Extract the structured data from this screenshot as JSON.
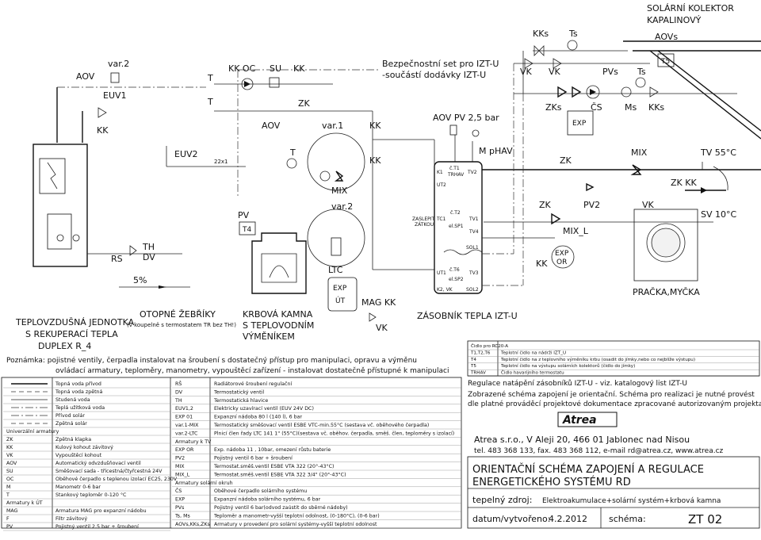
{
  "labels": {
    "solar_title": [
      "SOLÁRNÍ KOLEKTOR",
      "KAPALINOVÝ"
    ],
    "aovs": "AOVs",
    "t5": "T5",
    "kks_top": "KKs",
    "ts_top": "Ts",
    "vk_a": "VK",
    "vk_b": "VK",
    "pvs": "PVs",
    "ts_b": "Ts",
    "zks": "ZKs",
    "cs": "ČS",
    "ms": "Ms",
    "kks_b": "KKs",
    "exp_solar": "EXP",
    "safety_set": [
      "Bezpečnostní set pro IZT-U",
      "-součástí dodávky IZT-U"
    ],
    "aov_pv": "AOV   PV 2,5 bar",
    "m_phav": "M pHAV",
    "zk_r": "ZK",
    "mix_r": "MIX",
    "tv": "TV 55°C",
    "zk_kk": "ZK KK",
    "zk_r2": "ZK",
    "pv2": "PV2",
    "vk_r": "VK",
    "sv": "SV 10°C",
    "mix_l": "MIX_L",
    "kk_r": "KK",
    "exp_or": [
      "EXP",
      "OR"
    ],
    "pracka": "PRAČKA,MYČKA",
    "aov_l": "AOV",
    "var2_l": "var.2",
    "euv1": "EUV1",
    "kk_l": "KK",
    "t_a": "T",
    "kk_oc": "KK  OC",
    "su": "SU",
    "kk_c": "KK",
    "t_b": "T",
    "zk_c": "ZK",
    "aov_c": "AOV",
    "var1": "var.1",
    "kk_d": "KK",
    "euv2": "EUV2",
    "x22": "22x1",
    "t_c": "T",
    "kk_e": "KK",
    "mix_c": "MIX",
    "var2_c": "var.2",
    "pv_l": "PV",
    "t4": "T4",
    "ltc": "LTC",
    "rs": "RS",
    "th": "TH",
    "dv": "DV",
    "percent": "5%",
    "exp_ut": [
      "EXP",
      "ÚT"
    ],
    "mag_kk": "MAG KK",
    "vk_c": "VK",
    "tank_labels": {
      "k1": "K1",
      "t1": "č.T1",
      "trhav": "TRHAV",
      "tv2": "TV2",
      "ut2": "UT2",
      "zaslepit": [
        "ZASLEPIT",
        "ZÁTKOU"
      ],
      "tc1": "TC1",
      "t2": "č.T2",
      "tv1": "TV1",
      "sp1": "el.SP1",
      "tv4": "TV4",
      "sol1": "SOL1",
      "t6": "č.T6",
      "ut1": "UT1",
      "tv3": "TV3",
      "sp2": "el.SP2",
      "k2vk": "K2, VK",
      "sol2": "SOL2"
    }
  },
  "captions": {
    "teplovzdusna": [
      "TEPLOVZDUŠNÁ JEDNOTKA",
      "S REKUPERACÍ TEPLA",
      "DUPLEX R_4"
    ],
    "otopne": "OTOPNÉ ŽEBŘÍKY",
    "otopne_sub": "(v koupelně s termostatem TR bez TH!)",
    "krbova": [
      "KRBOVÁ KAMNA",
      "S TEPLOVODNÍM",
      "VÝMĚNÍKEM"
    ],
    "zasobnik": "ZÁSOBNÍK TEPLA IZT-U"
  },
  "note": [
    "Poznámka: pojistné ventily, čerpadla instalovat na šroubení s dostatečný přístup pro manipulaci, opravu a výměnu",
    "ovládací armatury, teploměry, manometry, vypouštěcí zařízení - instalovat dostatečně přístupné k manipulaci"
  ],
  "legend_left": [
    {
      "code": "",
      "text": "Topná voda přívod"
    },
    {
      "code": "",
      "text": "Topná voda zpětná"
    },
    {
      "code": "",
      "text": "Studená voda"
    },
    {
      "code": "",
      "text": "Teplá užitková voda"
    },
    {
      "code": "",
      "text": "Přívod solár"
    },
    {
      "code": "",
      "text": "Zpětná solár"
    },
    {
      "code": "Univerzální armatury",
      "text": ""
    },
    {
      "code": "ZK",
      "text": "Zpětná klapka"
    },
    {
      "code": "KK",
      "text": "Kulový kohout závitový"
    },
    {
      "code": "VK",
      "text": "Vypouštěcí kohout"
    },
    {
      "code": "AOV",
      "text": "Automatický odvzdušňovací ventil"
    },
    {
      "code": "SU",
      "text": "Směšovací sada - třícestná/čtyřcestná 24V"
    },
    {
      "code": "OC",
      "text": "Oběhové čerpadlo s teplenou izolací EC25, 230V"
    },
    {
      "code": "M",
      "text": "Manometr 0-6 bar"
    },
    {
      "code": "T",
      "text": "Stankový teploměr 0-120 °C"
    },
    {
      "code": "Armatury k ÚT",
      "text": ""
    },
    {
      "code": "MAG",
      "text": "Armatura MAG pro expanzní nádobu"
    },
    {
      "code": "F",
      "text": "Filtr závitový"
    },
    {
      "code": "PV",
      "text": "Pojistný ventil 2.5 bar + šroubení"
    }
  ],
  "legend_right": [
    {
      "code": "RŠ",
      "text": "Radiátorové šroubení regulační"
    },
    {
      "code": "DV",
      "text": "Termostatický ventil"
    },
    {
      "code": "TH",
      "text": "Termostatická hlavice"
    },
    {
      "code": "EUV1,2",
      "text": "Elektricky uzavírací ventil (EUV 24V DC)"
    },
    {
      "code": "EXP 01",
      "text": "Expanzní nádoba 80 l (140 l), 6 bar"
    },
    {
      "code": "var.1-MIX",
      "text": "Termostatický směšovací ventil ESBE VTC-min.55°C (sestava vč. oběhového čerpadla)"
    },
    {
      "code": "var.2-LTC",
      "text": "Plnicí člen řady LTC 141 1\" (55°C)(sestava vč. oběhov. čerpadla, směš. člen, teploměry s izolací)"
    },
    {
      "code": "Armatury k TV",
      "text": ""
    },
    {
      "code": "EXP OR",
      "text": "Exp. nádoba 11 , 10bar, omezení růstu baterie"
    },
    {
      "code": "PV2",
      "text": "Pojistný ventil 6 bar + šroubení"
    },
    {
      "code": "MIX",
      "text": "Termostat.směš.ventil ESBE VTA 322 (20°-43°C)"
    },
    {
      "code": "MIX_L",
      "text": "Termostat.směš.ventil ESBE VTA 322 3/4\" (20°-43°C)"
    },
    {
      "code": "Armatury solární okruh",
      "text": ""
    },
    {
      "code": "ČS",
      "text": "Oběhové čerpadlo solárního systému"
    },
    {
      "code": "EXP",
      "text": "Expanzní nádoba solárního systému, 6 bar"
    },
    {
      "code": "PVs",
      "text": "Pojistný ventil 6 bar(odvod zaústit do sběrné nádoby)"
    },
    {
      "code": "Ts, Ms",
      "text": "Teploměr a manometr-vyšší teplotní odolnost, (0-180°C), (0-6 bar)"
    },
    {
      "code": "AOVs,KKs,ZKs",
      "text": "Armatury v provedení pro solární systémy-vyšší teplotní odolnost"
    }
  ],
  "sensor_table": [
    {
      "code": "Čidlo pro RC20-A",
      "text": ""
    },
    {
      "code": "T1,T2,T6",
      "text": "Teplotní čidlo na nádrži IZT_U"
    },
    {
      "code": "T4",
      "text": "Teplotní čidlo na z teplovního výměníku krbu (osadit do jímky,nebo co nejblíže výstupu)"
    },
    {
      "code": "T5",
      "text": "Teplotní čidlo na výstupu solárních kolektorů (čidlo do jímky)"
    },
    {
      "code": "TRHAV",
      "text": "Čidlo havarijního termostatu"
    }
  ],
  "info": {
    "regulace": "Regulace natápění zásobníků IZT-U - viz. katalogový list IZT-U",
    "zobrazene": "Zobrazené schéma zapojení je orientační. Schéma pro realizaci je nutné provést",
    "dle": "dle platné prováděcí projektové dokumentace zpracované autorizovaným projektantem.",
    "logo": "Atrea",
    "company": "Atrea s.r.o., V Aleji 20, 466 01 Jablonec nad Nisou",
    "contact": "tel. 483 368 133, fax. 483 368 112, e-mail rd@atrea.cz, www.atrea.cz",
    "title1": "ORIENTAČNÍ SCHÉMA ZAPOJENÍ A REGULACE",
    "title2": "ENERGETICKÉHO SYSTÉMU RD",
    "source_label": "tepelný zdroj:",
    "source_value": "Elektroakumulace+solární systém+krbová kamna",
    "date_label": "datum/vytvořeno:",
    "date_value": "4.2.2012",
    "schema_label": "schéma:",
    "schema_value": "ZT 02"
  }
}
